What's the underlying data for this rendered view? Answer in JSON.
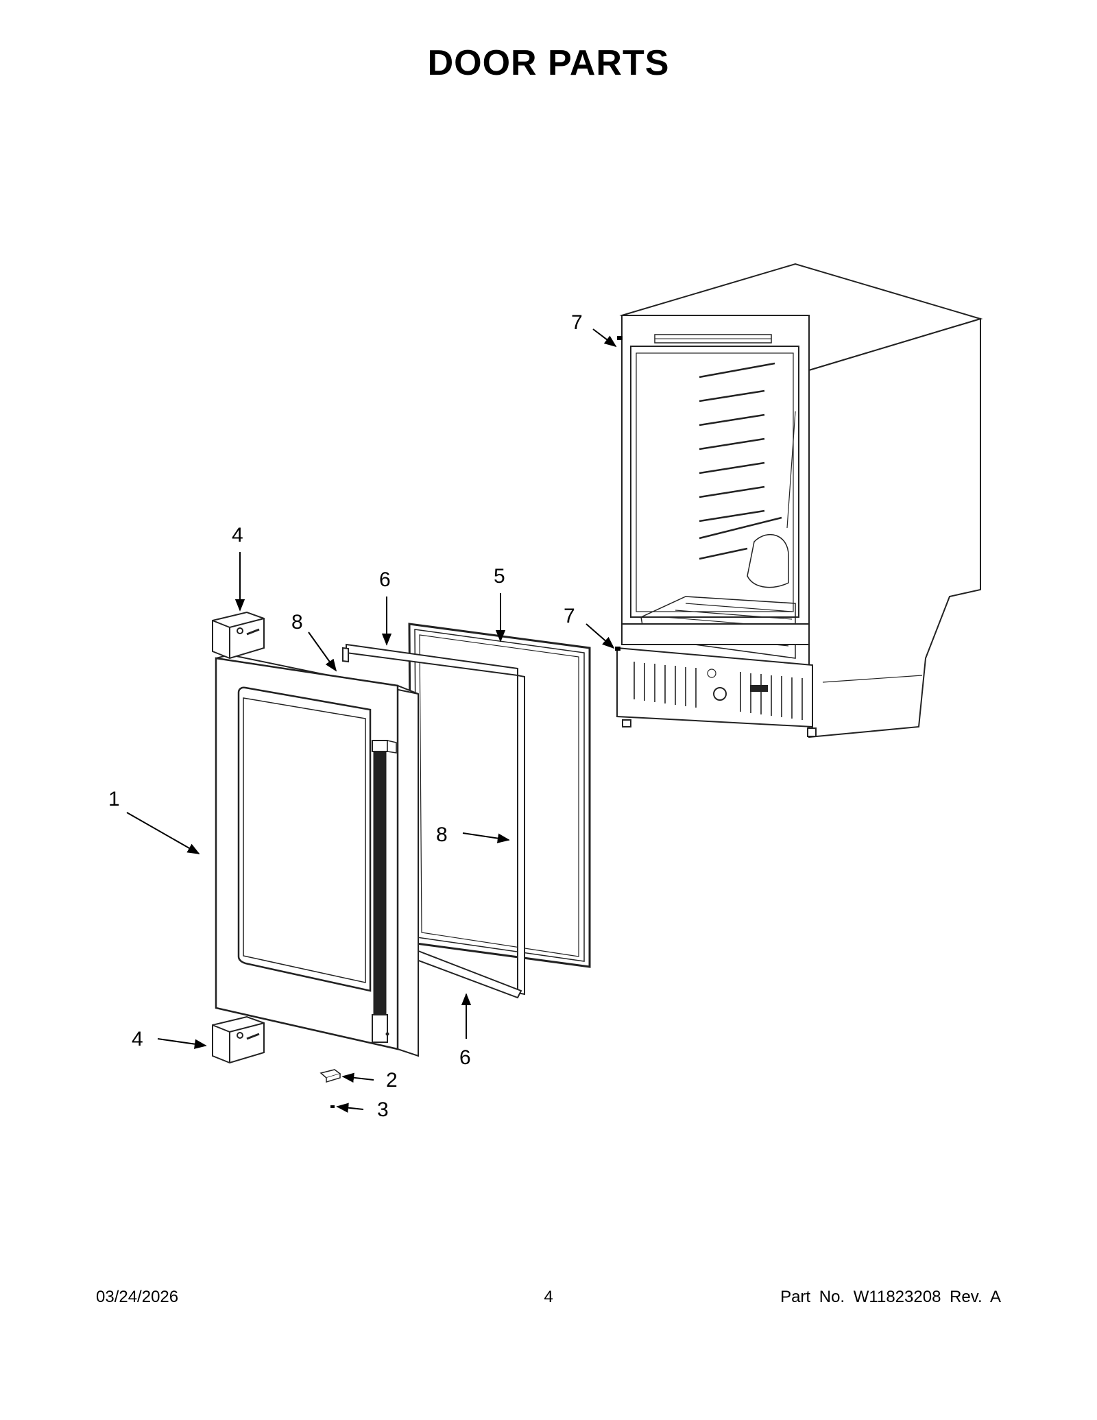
{
  "page": {
    "title": "DOOR PARTS"
  },
  "callouts": [
    {
      "id": "c1",
      "label": "1"
    },
    {
      "id": "c2",
      "label": "2"
    },
    {
      "id": "c3",
      "label": "3"
    },
    {
      "id": "c4a",
      "label": "4"
    },
    {
      "id": "c4b",
      "label": "4"
    },
    {
      "id": "c5",
      "label": "5"
    },
    {
      "id": "c6a",
      "label": "6"
    },
    {
      "id": "c6b",
      "label": "6"
    },
    {
      "id": "c7a",
      "label": "7"
    },
    {
      "id": "c7b",
      "label": "7"
    },
    {
      "id": "c8a",
      "label": "8"
    },
    {
      "id": "c8b",
      "label": "8"
    }
  ],
  "footer": {
    "date": "03/24/2026",
    "page_number": "4",
    "part_number": "Part No. W11823208 Rev. A"
  }
}
